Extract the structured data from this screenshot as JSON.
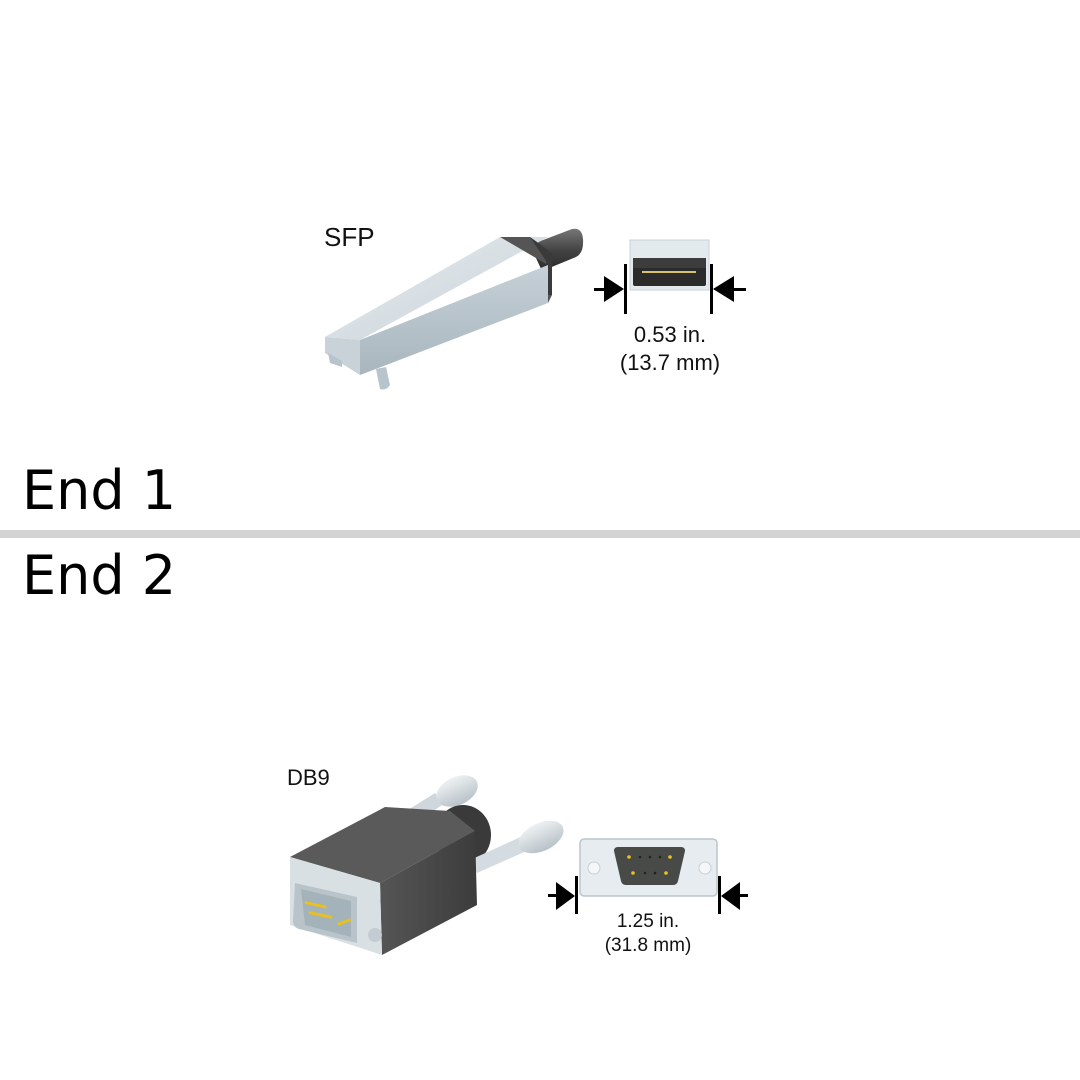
{
  "sections": [
    {
      "label": "End 1",
      "connector": {
        "name": "SFP",
        "dimension_in": "0.53 in.",
        "dimension_mm": "(13.7 mm)"
      }
    },
    {
      "label": "End 2",
      "connector": {
        "name": "DB9",
        "dimension_in": "1.25 in.",
        "dimension_mm": "(31.8 mm)"
      }
    }
  ],
  "colors": {
    "divider": "#d3d3d3",
    "metal_light": "#d6dde2",
    "metal_dark": "#b4c0c8",
    "housing_dark": "#4a4a4a",
    "pin_gold": "#e8c020"
  }
}
